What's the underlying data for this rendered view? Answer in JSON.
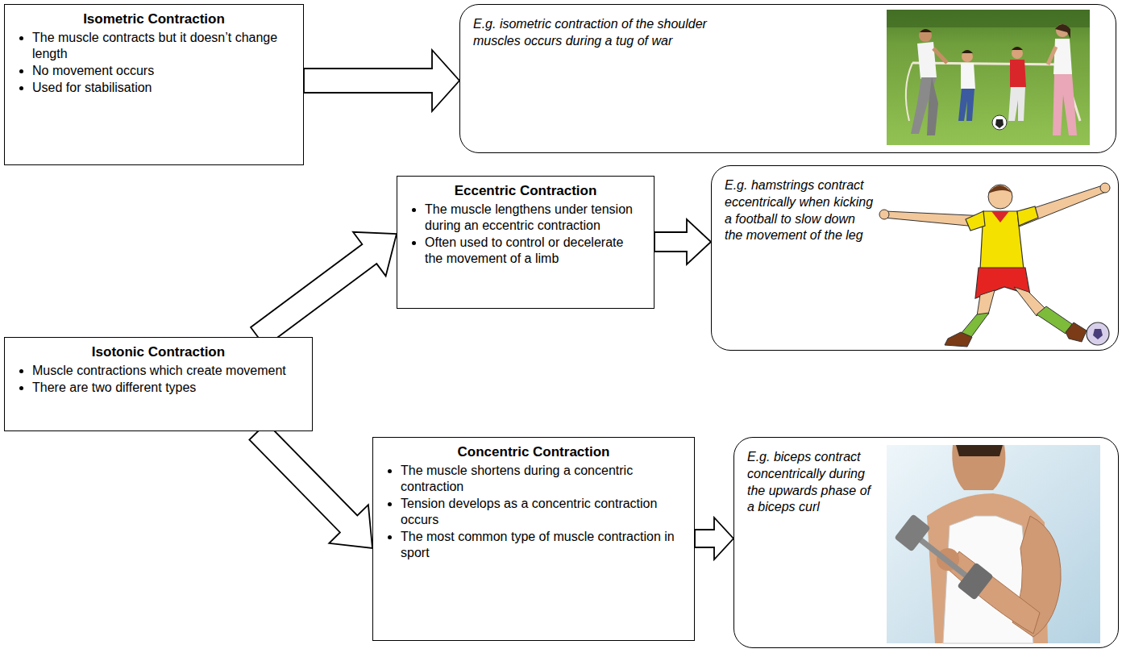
{
  "diagram": {
    "nodes": [
      {
        "text": [
          "Isometric Contraction",
          "The muscle contracts but it doesn’t change length",
          "No movement occurs",
          "Used for stabilisation"
        ]
      },
      {
        "text": [
          "E.g. isometric contraction of the shoulder muscles occurs during a tug of war"
        ]
      },
      {
        "text": [
          "Eccentric Contraction",
          "The muscle lengthens under tension during an eccentric contraction",
          "Often used to control or decelerate the movement of a limb"
        ]
      },
      {
        "text": [
          "E.g. hamstrings contract eccentrically when kicking a football to slow down the movement of the leg"
        ]
      },
      {
        "text": [
          "Isotonic Contraction",
          "Muscle contractions which create movement",
          "There are two different types"
        ]
      },
      {
        "text": [
          "Concentric Contraction",
          "The muscle shortens during a concentric contraction",
          "Tension develops as a concentric contraction occurs",
          "The most common type of muscle contraction in sport"
        ]
      },
      {
        "text": [
          "E.g. biceps contract concentrically during the upwards phase of a biceps curl"
        ]
      }
    ],
    "edges": [
      {
        "from": 0,
        "to": 1,
        "arrow": "to"
      },
      {
        "from": 4,
        "to": 2,
        "arrow": "to"
      },
      {
        "from": 2,
        "to": 3,
        "arrow": "to"
      },
      {
        "from": 4,
        "to": 5,
        "arrow": "to"
      },
      {
        "from": 5,
        "to": 6,
        "arrow": "to"
      }
    ]
  }
}
